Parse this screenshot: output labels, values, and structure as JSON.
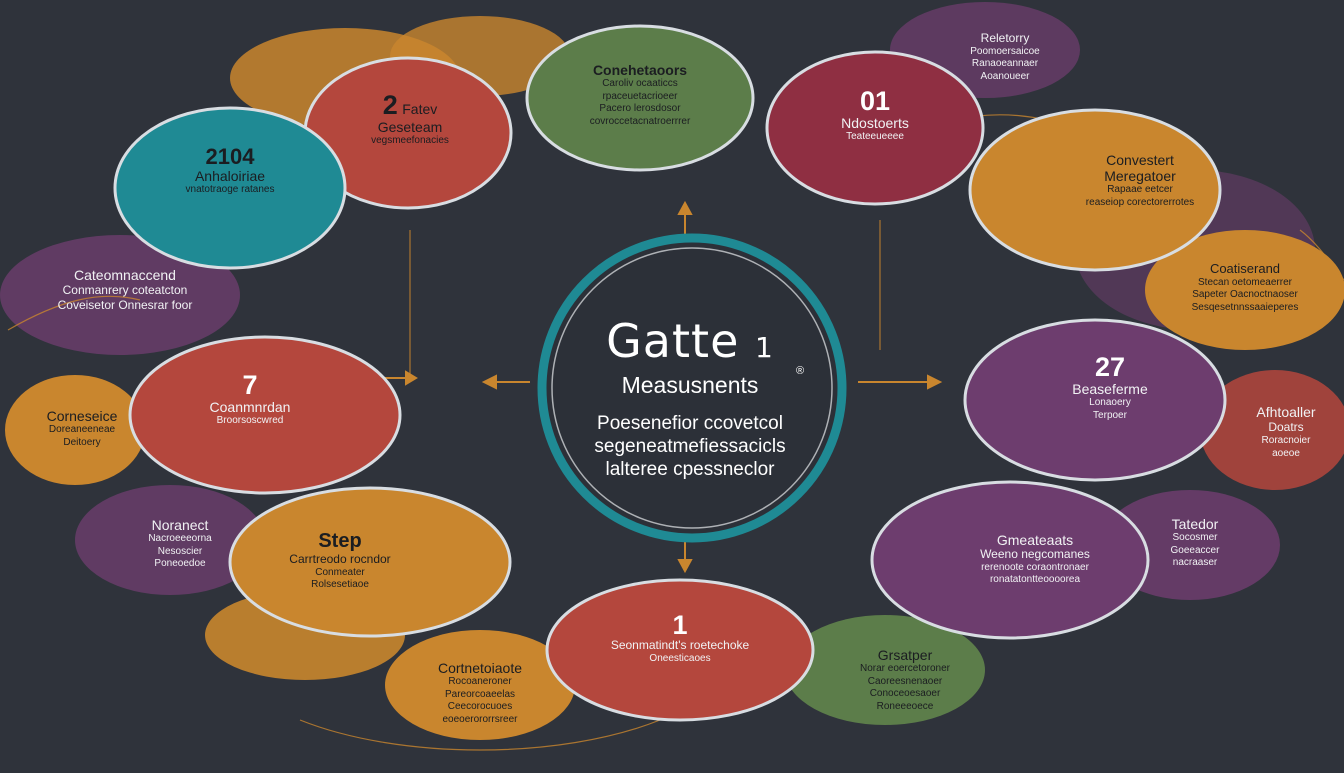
{
  "colors": {
    "background": "#2f333b",
    "orange": "#c9862e",
    "teal": "#1f8a94",
    "red": "#b4473d",
    "green": "#5c7d4a",
    "crimson": "#8f2f42",
    "purple": "#6d3d6e",
    "ring": "#d8dde2",
    "center_ring": "#1f8a94"
  },
  "center": {
    "title": "Gatte",
    "title_suffix": "1",
    "subtitle": "Measusnents",
    "lines": [
      "Poesenefior ccovetcol",
      "segeneatmefiessacicls",
      "lalteree cpessneclor"
    ],
    "mark": "®"
  },
  "nodes": [
    {
      "id": "n-2",
      "number": "2",
      "title": "Fatev",
      "lines": [
        "Geseteam",
        "vegsmeefonacies"
      ]
    },
    {
      "id": "n-top",
      "number": "",
      "title": "Conehetaoors",
      "lines": [
        "Caroliv ocaaticcs",
        "rpaceuetacrioeer",
        "Pacero lerosdosor",
        "covroccetacnatroerrrer"
      ]
    },
    {
      "id": "n-01",
      "number": "01",
      "title": "Ndostoerts",
      "lines": [
        "Teateeueeee"
      ]
    },
    {
      "id": "n-2104",
      "number": "2104",
      "title": "Anhaloiriae",
      "lines": [
        "vnatotraoge ratanes"
      ]
    },
    {
      "id": "n-conv",
      "number": "",
      "title": "Convestert",
      "lines": [
        "Meregatoer",
        "Rapaae eetcer",
        "reaseiop corectorerrotes"
      ]
    },
    {
      "id": "n-cat",
      "number": "",
      "title": "Cateomnaccend",
      "lines": [
        "Conmanrery coteatcton",
        "Coveisetor Onnesrar foor"
      ]
    },
    {
      "id": "n-card",
      "number": "",
      "title": "Coatiserand",
      "lines": [
        "Stecan oetomeaerrer",
        "Sapeter Oacnoctnaoser",
        "Sesqesetnnssaaieperes"
      ]
    },
    {
      "id": "n-7",
      "number": "7",
      "title": "Coanmnrdan",
      "lines": [
        "Broorsoscwred"
      ]
    },
    {
      "id": "n-27",
      "number": "27",
      "title": "Beaseferme",
      "lines": [
        "Lonaoery",
        "Terpoer"
      ]
    },
    {
      "id": "n-comp",
      "number": "",
      "title": "Corneseice",
      "lines": [
        "Doreaneeneae",
        "Deitoery"
      ]
    },
    {
      "id": "n-afr",
      "number": "",
      "title": "Afhtoaller",
      "lines": [
        "Doatrs",
        "Roracnoier",
        "aoeoe"
      ]
    },
    {
      "id": "n-step",
      "number": "",
      "title": "Step",
      "lines": [
        "Carrtreodo rocndor",
        "Conmeater",
        "Rolsesetiaoe"
      ]
    },
    {
      "id": "n-nor",
      "number": "",
      "title": "Noranect",
      "lines": [
        "Nacroeeeorna",
        "Nesoscier",
        "Poneoedoe"
      ]
    },
    {
      "id": "n-gen",
      "number": "",
      "title": "Gmeateaats",
      "lines": [
        "Weeno negcomanes",
        "rerenoote coraontronaer",
        "ronatatontteoooorea"
      ]
    },
    {
      "id": "n-tat",
      "number": "",
      "title": "Tatedor",
      "lines": [
        "Socosmer",
        "Goeeaccer",
        "nacraaser"
      ]
    },
    {
      "id": "n-1",
      "number": "1",
      "title": "Seonmatindt's roetechoke",
      "lines": [
        "Oneesticaoes"
      ]
    },
    {
      "id": "n-cal",
      "number": "",
      "title": "Cortnetoiaote",
      "lines": [
        "Rocoaneroner",
        "Pareorcoaeelas",
        "Ceecorocuoes",
        "eoeoerororrsreer"
      ]
    },
    {
      "id": "n-grp",
      "number": "",
      "title": "Grsatper",
      "lines": [
        "Norar eoercetoroner",
        "Caoreesnenaoer",
        "Conoceoesaoer",
        "Roneeeoece"
      ]
    },
    {
      "id": "n-rel",
      "number": "",
      "title": "Reletorry",
      "lines": [
        "Poomoersaicoe",
        "Ranaoeannaer",
        "Aoanoueer"
      ]
    }
  ]
}
